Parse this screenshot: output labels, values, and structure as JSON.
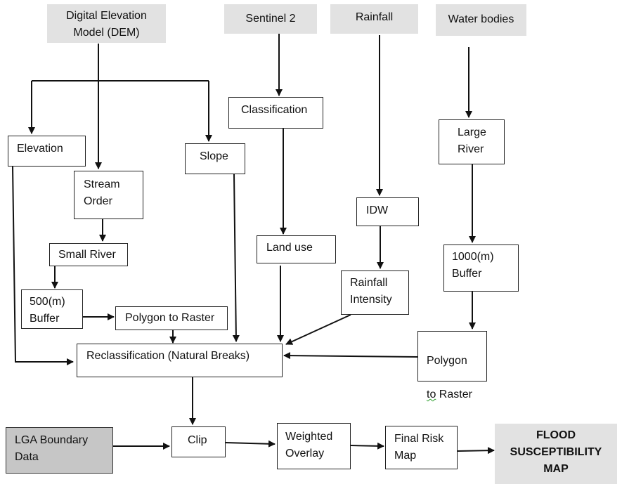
{
  "nodes": {
    "dem": "Digital Elevation\nModel (DEM)",
    "sentinel": "Sentinel 2",
    "rainfall": "Rainfall",
    "water": "Water bodies",
    "classification": "Classification",
    "elevation": "Elevation",
    "slope": "Slope",
    "stream": "Stream\nOrder",
    "large_river": "Large\nRiver",
    "idw": "IDW",
    "small_river": "Small River",
    "land_use": "Land use",
    "buffer_1000": "1000(m)\nBuffer",
    "buffer_500": "500(m)\nBuffer",
    "rain_int": "Rainfall\nIntensity",
    "p2r_left": "Polygon to Raster",
    "p2r_right_line1": "Polygon",
    "p2r_right_to": "to",
    "p2r_right_rest": " Raster",
    "reclass": "Reclassification (Natural Breaks)",
    "lga": "LGA Boundary\nData",
    "clip": "Clip",
    "weighted": "Weighted\nOverlay",
    "risk": "Final Risk\nMap",
    "flood": "FLOOD\nSUSCEPTIBILITY\nMAP"
  },
  "colors": {
    "source_fill": "#e2e2e2",
    "lga_fill": "#c6c6c6",
    "line": "#111111"
  }
}
